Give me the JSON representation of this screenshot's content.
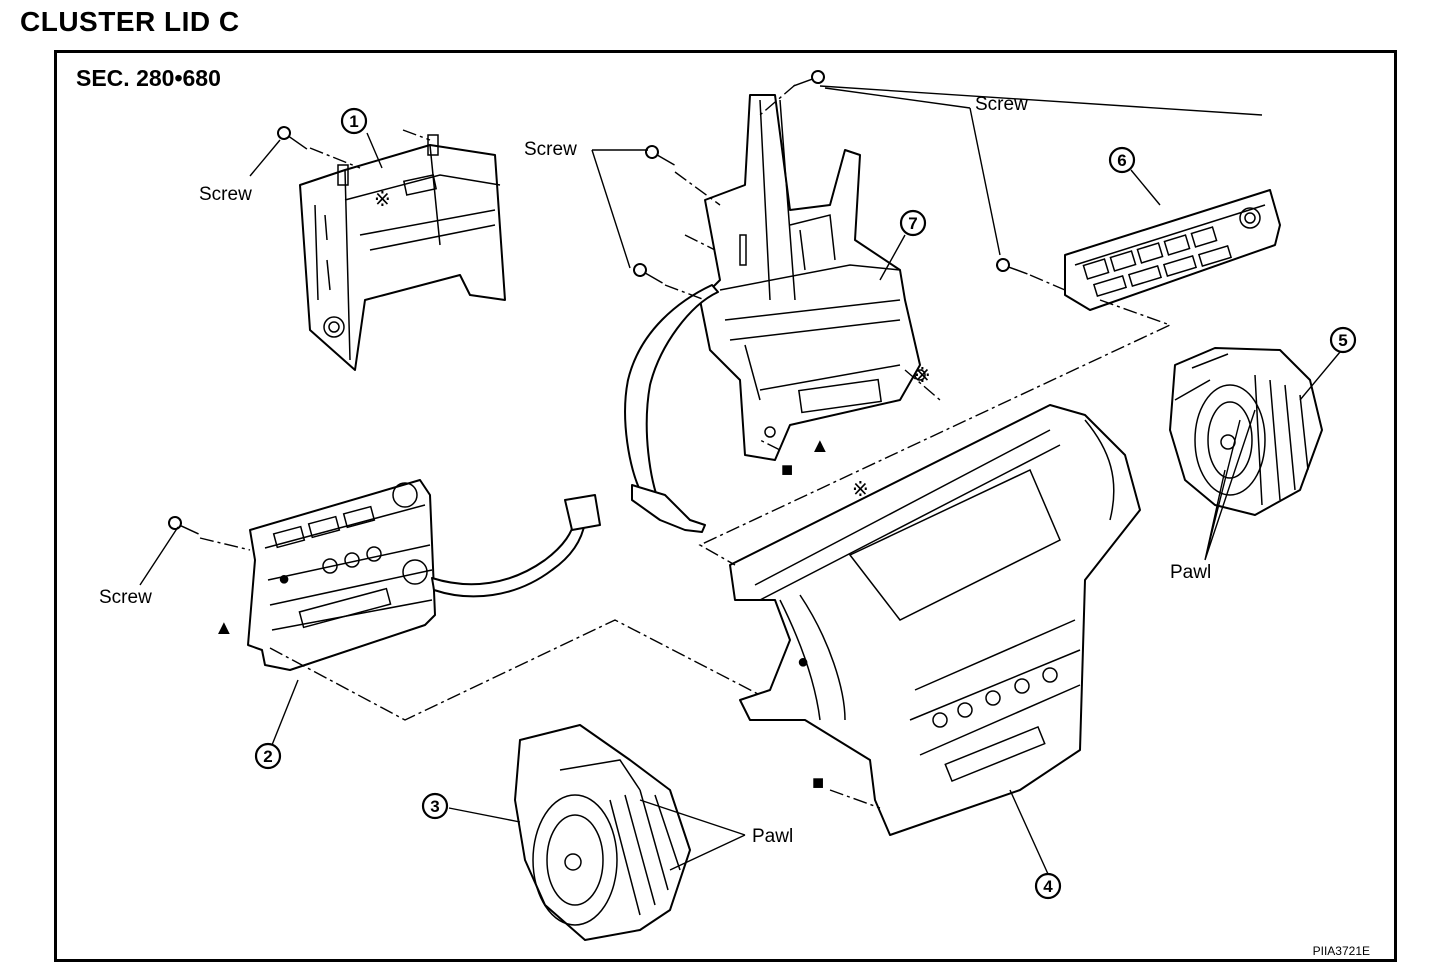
{
  "title": "CLUSTER LID C",
  "section": "SEC. 280•680",
  "figure_id": "PIIA3721E",
  "callouts": {
    "screw": "Screw",
    "pawl": "Pawl"
  },
  "part_numbers": [
    "1",
    "2",
    "3",
    "4",
    "5",
    "6",
    "7"
  ],
  "symbols": {
    "reference_mark": "※",
    "triangle": "▲",
    "square": "■",
    "circle": "●"
  }
}
